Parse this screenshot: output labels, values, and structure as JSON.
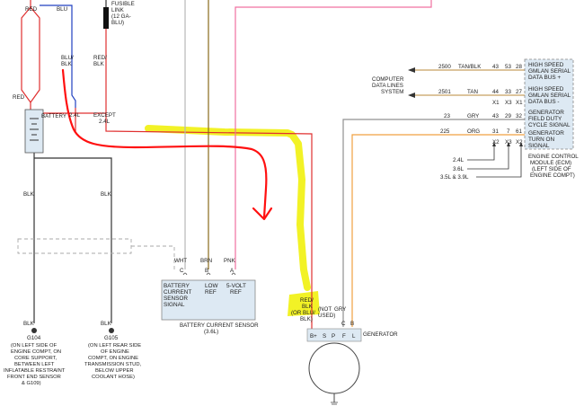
{
  "colors": {
    "red": "#e03030",
    "blue": "#2040c0",
    "black": "#333333",
    "brown": "#8a6a1a",
    "pink": "#f070a0",
    "white_wire": "#b8b8b8",
    "gray": "#909090",
    "tan": "#c8a060",
    "orange": "#f0a040",
    "highlight": "#f0f000",
    "annotation_red": "#ff1010",
    "module_fill": "#dde9f3"
  },
  "labels": {
    "red_top_left": "RED",
    "blu_top": "BLU",
    "fusible_link": [
      "FUSIBLE",
      "LINK",
      "(12 GA-",
      "BLU)"
    ],
    "red_blk_top": [
      "RED/",
      "BLK"
    ],
    "red_left": "RED",
    "blu_blk": [
      "BLU/",
      "BLK"
    ],
    "battery": "BATTERY",
    "v24l": "2.4L",
    "except": [
      "EXCEPT",
      "2.4L"
    ],
    "blk_left": "BLK",
    "blk_mid": "BLK",
    "wht": "WHT",
    "brn": "BRN",
    "pink": "PNK",
    "pin_c": "C",
    "pin_b": "B",
    "pin_a": "A",
    "blk_bottom_left": "BLK",
    "blk_bottom_mid": "BLK",
    "g104": "G104",
    "g104_desc": [
      "(ON LEFT SIDE OF",
      "ENGINE COMPT, ON",
      "CORE SUPPORT,",
      "BETWEEN LEFT",
      "INFLATABLE RESTRAINT",
      "FRONT END SENSOR",
      "& G109)"
    ],
    "g105": "G105",
    "g105_desc": [
      "(ON LEFT REAR SIDE",
      "OF ENGINE",
      "COMPT, ON ENGINE",
      "TRANSMISSION STUD,",
      "BELOW UPPER",
      "COOLANT HOSE)"
    ],
    "red_blk_or_blu": [
      "RED/",
      "BLK",
      "(OR BLU/",
      "BLK)"
    ],
    "not_used": [
      "(NOT",
      "USED)"
    ],
    "gry": "GRY",
    "gen_pin_c": "C",
    "gen_pin_b": "B",
    "gen_pins": [
      "B+",
      "S",
      "P",
      "F",
      "L"
    ],
    "generator": "GENERATOR",
    "computer_data_lines": [
      "COMPUTER",
      "DATA LINES",
      "SYSTEM"
    ],
    "engine_variants": [
      "2.4L",
      "3.6L",
      "3.5L & 3.9L"
    ]
  },
  "sensor": {
    "cells": [
      [
        "BATTERY",
        "CURRENT",
        "SENSOR",
        "SIGNAL"
      ],
      [
        "LOW",
        "REF"
      ],
      [
        "5-VOLT",
        "REF"
      ]
    ],
    "name": "BATTERY CURRENT SENSOR",
    "variant": "(3.6L)"
  },
  "ecm": {
    "rows": [
      {
        "circuit": "2500",
        "color": "TAN/BLK",
        "pins": [
          "43",
          "53",
          "28"
        ],
        "connectors": [],
        "signal": [
          "HIGH SPEED",
          "GMLAN SERIAL",
          "DATA BUS +"
        ]
      },
      {
        "circuit": "2501",
        "color": "TAN",
        "pins": [
          "44",
          "33",
          "27"
        ],
        "connectors": [
          "X1",
          "X3",
          "X1"
        ],
        "signal": [
          "HIGH SPEED",
          "GMLAN SERIAL",
          "DATA BUS -"
        ]
      },
      {
        "circuit": "23",
        "color": "GRY",
        "pins": [
          "43",
          "29",
          "32"
        ],
        "connectors": [],
        "signal": [
          "GENERATOR",
          "FIELD DUTY",
          "CYCLE SIGNAL"
        ]
      },
      {
        "circuit": "225",
        "color": "ORG",
        "pins": [
          "31",
          "7",
          "61"
        ],
        "connectors": [
          "X2",
          "X3",
          "X2"
        ],
        "signal": [
          "GENERATOR",
          "TURN ON",
          "SIGNAL"
        ]
      }
    ],
    "name": [
      "ENGINE CONTROL",
      "MODULE (ECM)",
      "(LEFT SIDE OF",
      "ENGINE COMPT)"
    ]
  }
}
